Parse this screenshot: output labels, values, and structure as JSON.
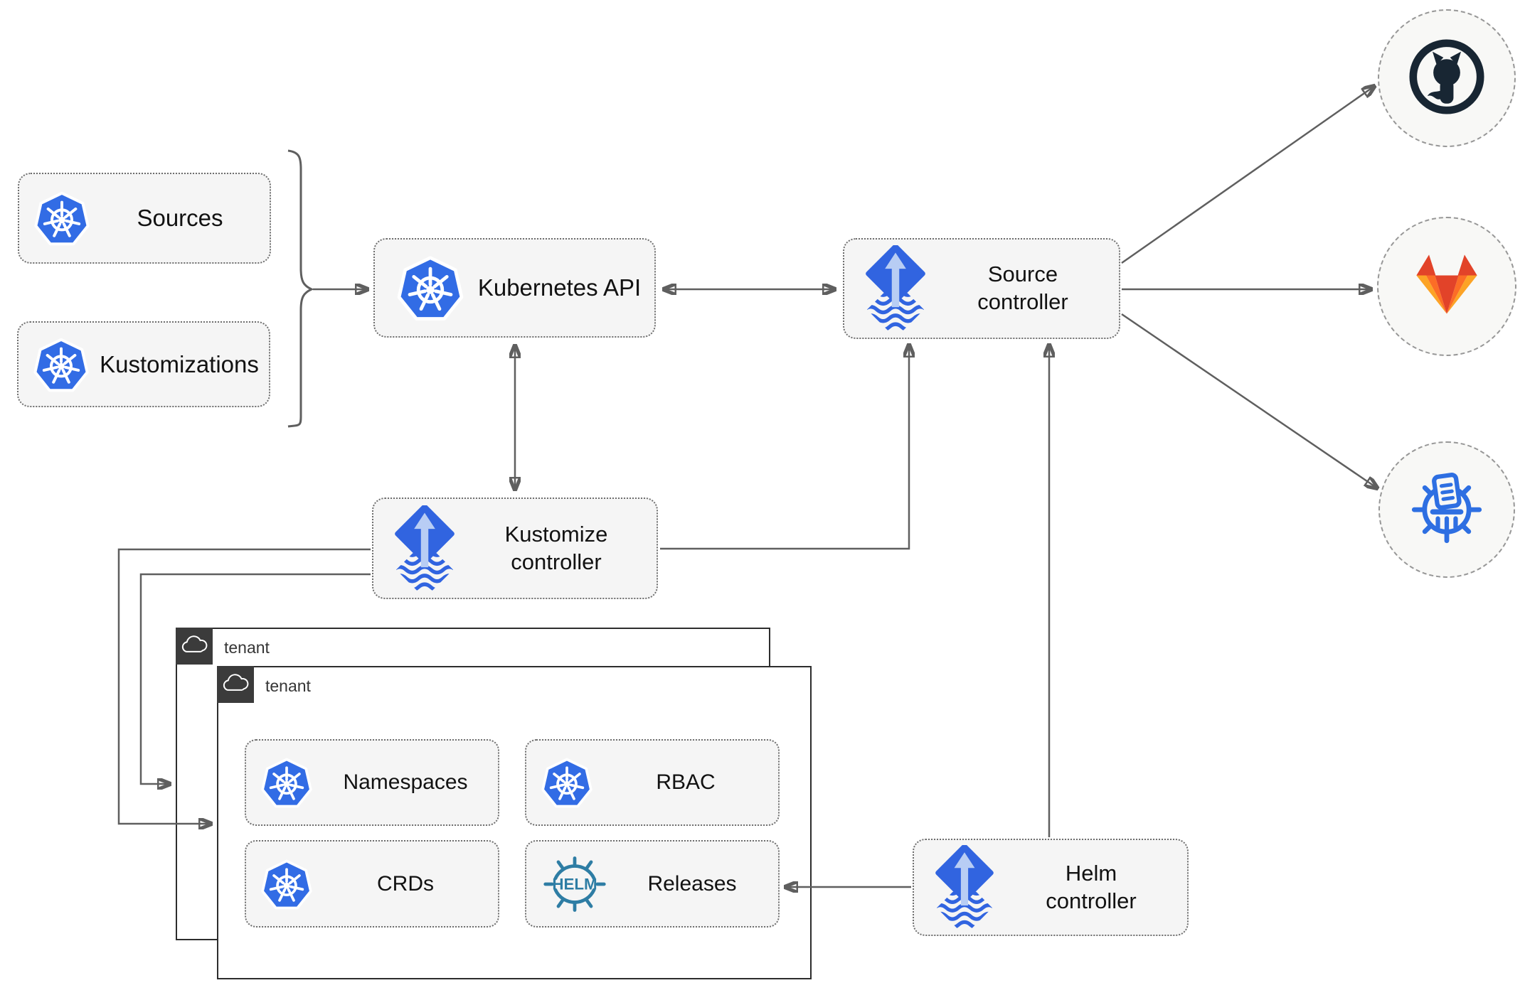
{
  "nodes": {
    "sources": {
      "label": "Sources"
    },
    "kustomizations": {
      "label": "Kustomizations"
    },
    "kubernetes_api": {
      "label": "Kubernetes API"
    },
    "source_controller": {
      "lines": [
        "Source",
        "controller"
      ]
    },
    "kustomize_controller": {
      "lines": [
        "Kustomize",
        "controller"
      ]
    },
    "helm_controller": {
      "lines": [
        "Helm",
        "controller"
      ]
    }
  },
  "tenants": {
    "outer": {
      "label": "tenant"
    },
    "inner": {
      "label": "tenant"
    }
  },
  "resources": {
    "namespaces": {
      "label": "Namespaces"
    },
    "rbac": {
      "label": "RBAC"
    },
    "crds": {
      "label": "CRDs"
    },
    "releases": {
      "label": "Releases",
      "logo_text": "HELM"
    }
  },
  "endpoints": {
    "github": {
      "icon": "github-icon"
    },
    "gitlab": {
      "icon": "gitlab-icon"
    },
    "chart_repository": {
      "icon": "chartmuseum-icon"
    }
  },
  "colors": {
    "kubernetes_blue": "#326ce5",
    "flux_blue": "#3164e0",
    "flux_arrow_light": "#b8cdf4",
    "helm_teal": "#2e7da4",
    "github_dark": "#182633",
    "gitlab_red": "#e24329",
    "gitlab_orange": "#fc6d26",
    "gitlab_amber": "#fca326",
    "chartmuseum_blue": "#2e6fe2",
    "wire_gray": "#5f5f5f",
    "node_fill": "#f5f5f5",
    "tenant_header_bg": "#3b3b3b"
  }
}
